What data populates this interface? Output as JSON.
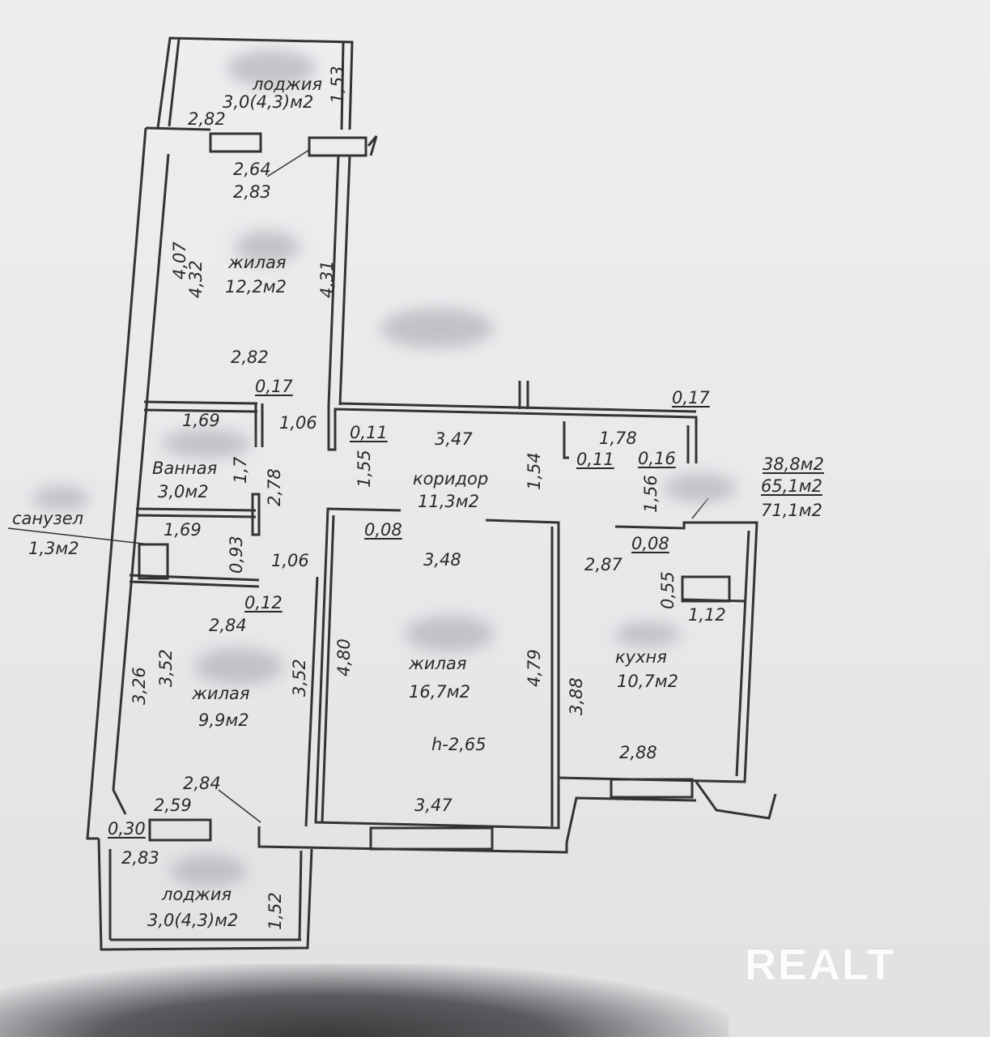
{
  "top_loggia": {
    "label": "лоджия",
    "area": "3,0(4,3)м2",
    "dim_side": "1,53",
    "dim_width": "2,82"
  },
  "bedroom_upper": {
    "label": "жилая",
    "area": "12,2м2",
    "dims": {
      "a": "2,64",
      "b": "2,83",
      "h1": "4,07",
      "h2": "4,32",
      "h3": "4,31",
      "w": "2,82",
      "wall": "0,17"
    }
  },
  "bathroom": {
    "label": "Ванная",
    "area": "3,0м2",
    "dims": {
      "w": "1,69",
      "d1": "1,06",
      "d2": "1,7",
      "d3": "2,78"
    }
  },
  "toilet": {
    "label": "санузел",
    "area": "1,3м2",
    "dims": {
      "w": "1,69",
      "h": "0,93",
      "d": "1,06",
      "wall": "0,12"
    }
  },
  "corridor": {
    "label": "коридор",
    "area": "11,3м2",
    "dims": {
      "wall1": "0,11",
      "w": "3,47",
      "h1": "1,55",
      "h2": "1,54",
      "wall2": "0,17",
      "w2": "1,78",
      "wall3": "0,11",
      "wall4": "0,16",
      "h3": "1,56"
    }
  },
  "totals": {
    "living": "38,8м2",
    "total": "65,1м2",
    "overall": "71,1м2"
  },
  "living_room": {
    "label": "жилая",
    "area": "16,7м2",
    "height": "h-2,65",
    "dims": {
      "wall": "0,08",
      "top": "3,48",
      "left": "4,80",
      "right": "4,79",
      "bottom": "3,47"
    }
  },
  "kitchen": {
    "label": "кухня",
    "area": "10,7м2",
    "dims": {
      "wall": "0,08",
      "top": "2,87",
      "vent_h": "0,55",
      "vent_w": "1,12",
      "left": "3,88",
      "bottom": "2,88"
    }
  },
  "bedroom_lower": {
    "label": "жилая",
    "area": "9,9м2",
    "dims": {
      "top": "2,84",
      "h1": "3,26",
      "h2": "3,52",
      "h3": "3,52",
      "b1": "2,84",
      "b2": "2,59",
      "wall": "0,30"
    }
  },
  "bottom_loggia": {
    "label": "лоджия",
    "area": "3,0(4,3)м2",
    "dim_width": "2,83",
    "dim_side": "1,52"
  },
  "watermark": "REALT"
}
